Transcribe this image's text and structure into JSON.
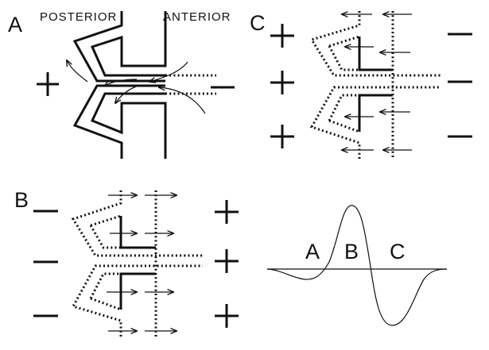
{
  "panels": {
    "a": {
      "label": "A",
      "posterior": "POSTERIOR",
      "anterior": "ANTERIOR"
    },
    "b": {
      "label": "B"
    },
    "c": {
      "label": "C"
    }
  },
  "waveform": {
    "labels": [
      "A",
      "B",
      "C"
    ]
  },
  "colors": {
    "ink": "#111111",
    "background": "#ffffff"
  }
}
